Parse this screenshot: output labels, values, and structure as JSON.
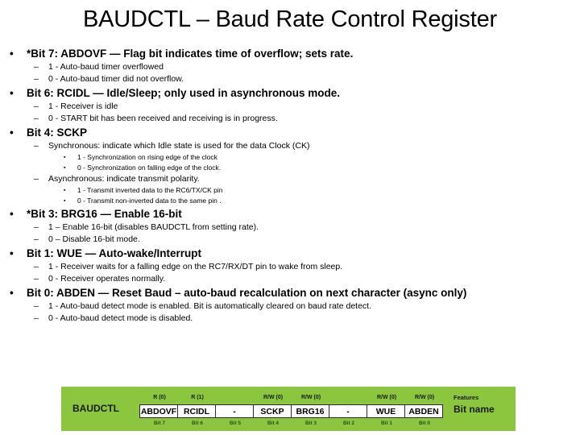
{
  "title": "BAUDCTL – Baud Rate Control Register",
  "outline": [
    {
      "level": 1,
      "mark": "•",
      "text": "*Bit 7: ABDOVF  —  Flag bit indicates time of overflow; sets rate."
    },
    {
      "level": 2,
      "mark": "–",
      "text": "1 - Auto-baud timer overflowed"
    },
    {
      "level": 2,
      "mark": "–",
      "text": "0 - Auto-baud timer did not overflow."
    },
    {
      "level": 1,
      "mark": "•",
      "text": "Bit 6: RCIDL — Idle/Sleep; only used in asynchronous mode."
    },
    {
      "level": 2,
      "mark": "–",
      "text": "1 - Receiver is idle"
    },
    {
      "level": 2,
      "mark": "–",
      "text": "0 - START bit has been received and receiving is in progress."
    },
    {
      "level": 1,
      "mark": "•",
      "text": "Bit 4: SCKP"
    },
    {
      "level": 2,
      "mark": "–",
      "text": "Synchronous: indicate which Idle state is used for the data Clock (CK)"
    },
    {
      "level": 3,
      "mark": "▪",
      "text": "1 - Synchronization on rising edge of the clock"
    },
    {
      "level": 3,
      "mark": "▪",
      "text": "0 - Synchronization on falling edge of the clock."
    },
    {
      "level": 2,
      "mark": "–",
      "text": "Asynchronous: indicate transmit polarity."
    },
    {
      "level": 3,
      "mark": "▪",
      "text": "1 - Transmit inverted data to the RC6/TX/CK pin"
    },
    {
      "level": 3,
      "mark": "▪",
      "text": "0 - Transmit non-inverted data to the same pin ."
    },
    {
      "level": 1,
      "mark": "•",
      "text": "*Bit 3: BRG16 — Enable 16-bit"
    },
    {
      "level": 2,
      "mark": "–",
      "text": "1 – Enable 16-bit (disables BAUDCTL from setting rate)."
    },
    {
      "level": 2,
      "mark": "–",
      "text": "0 – Disable 16-bit mode."
    },
    {
      "level": 1,
      "mark": "•",
      "text": "Bit 1: WUE — Auto-wake/Interrupt"
    },
    {
      "level": 2,
      "mark": "–",
      "text": "1 - Receiver waits for a falling edge on the RC7/RX/DT pin to wake from sleep."
    },
    {
      "level": 2,
      "mark": "–",
      "text": "0 - Receiver operates normally."
    },
    {
      "level": 1,
      "mark": "•",
      "text": "Bit 0: ABDEN — Reset Baud – auto-baud recalculation on next character (async only)"
    },
    {
      "level": 2,
      "mark": "–",
      "text": "1 - Auto-baud detect mode is enabled. Bit is automatically cleared on baud rate detect."
    },
    {
      "level": 2,
      "mark": "–",
      "text": "0 - Auto-baud detect mode is disabled."
    }
  ],
  "register": {
    "background_color": "#8CC63E",
    "register_name": "BAUDCTL",
    "legend_features": "Features",
    "legend_bitname": "Bit name",
    "cells": [
      {
        "access": "R (0)",
        "name": "ABDOVF",
        "bit": "Bit 7"
      },
      {
        "access": "R (1)",
        "name": "RCIDL",
        "bit": "Bit 6"
      },
      {
        "access": "",
        "name": "-",
        "bit": "Bit 5"
      },
      {
        "access": "R/W (0)",
        "name": "SCKP",
        "bit": "Bit 4"
      },
      {
        "access": "R/W (0)",
        "name": "BRG16",
        "bit": "Bit 3"
      },
      {
        "access": "",
        "name": "-",
        "bit": "Bit 2"
      },
      {
        "access": "R/W (0)",
        "name": "WUE",
        "bit": "Bit 1"
      },
      {
        "access": "R/W (0)",
        "name": "ABDEN",
        "bit": "Bit 0"
      }
    ]
  }
}
